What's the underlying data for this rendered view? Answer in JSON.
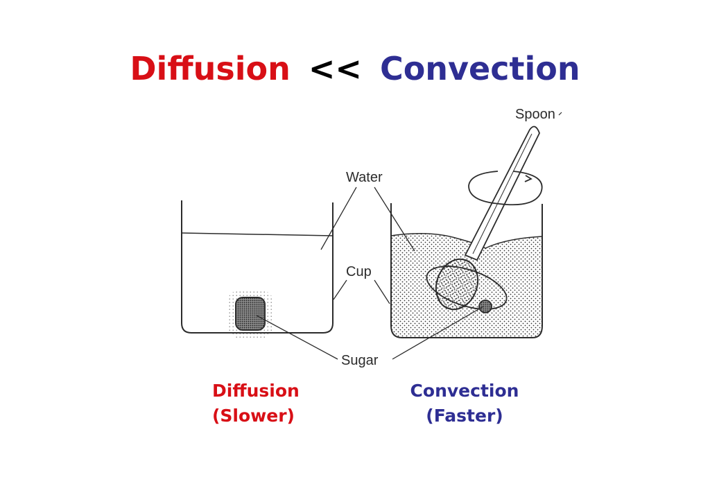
{
  "title": {
    "left": "Diffusion",
    "middle": "<<",
    "right": "Convection"
  },
  "labels": {
    "spoon": "Spoon",
    "water": "Water",
    "cup": "Cup",
    "sugar": "Sugar"
  },
  "captions": {
    "left_line1": "Diffusion",
    "left_line2": "(Slower)",
    "right_line1": "Convection",
    "right_line2": "(Faster)"
  },
  "colors": {
    "diffusion": "#d80f16",
    "convection": "#2e2e93",
    "ink": "#2b2b2b"
  }
}
